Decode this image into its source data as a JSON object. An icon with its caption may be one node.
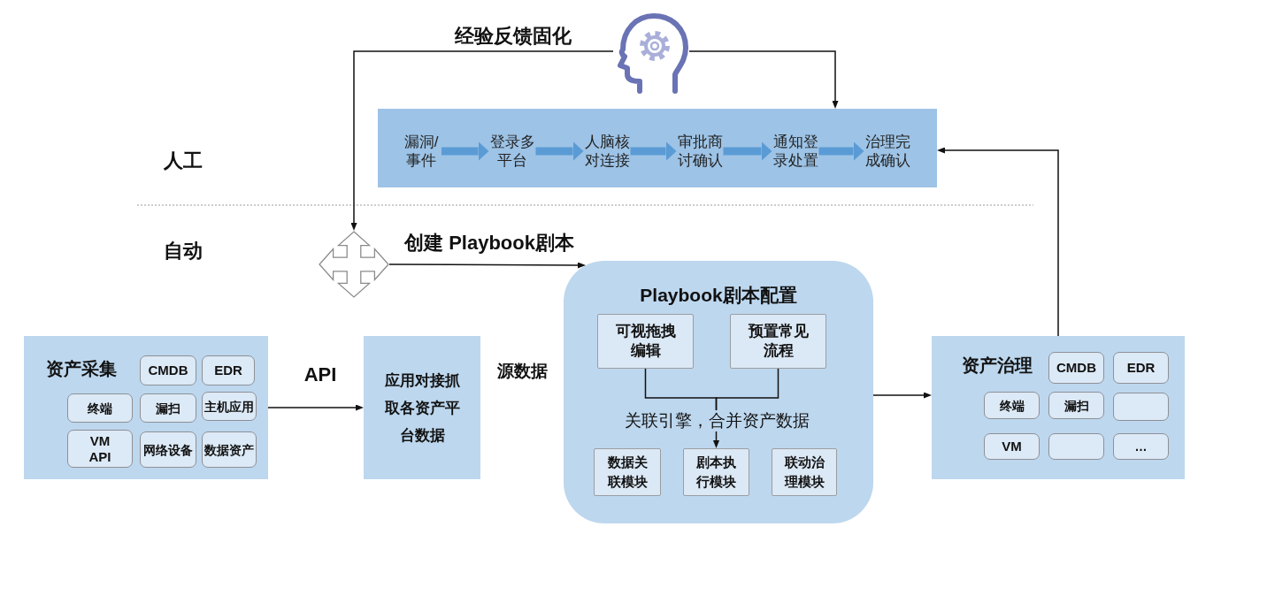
{
  "diagram": {
    "nodes": [
      {
        "text": [],
        "shape": "picture"
      },
      {
        "text": [],
        "shape": "box"
      },
      {
        "text": [
          "漏洞/事件"
        ],
        "in": 1
      },
      {
        "text": [
          "登录多平台"
        ],
        "in": 1
      },
      {
        "text": [
          "人脑核对连接"
        ],
        "in": 1
      },
      {
        "text": [
          "审批商讨确认"
        ],
        "in": 1
      },
      {
        "text": [
          "通知登录处置"
        ],
        "in": 1
      },
      {
        "text": [
          "治理完成确认"
        ],
        "in": 1
      },
      {
        "text": [],
        "shape": "cross"
      },
      {
        "text": [
          "资产采集"
        ]
      },
      {
        "text": [
          "CMDB"
        ],
        "in": 9
      },
      {
        "text": [
          "EDR"
        ],
        "in": 9
      },
      {
        "text": [
          "终端"
        ],
        "in": 9
      },
      {
        "text": [
          "漏扫"
        ],
        "in": 9
      },
      {
        "text": [
          "主机应用"
        ],
        "in": 9
      },
      {
        "text": [
          "VM API"
        ],
        "in": 9
      },
      {
        "text": [
          "网络设备"
        ],
        "in": 9
      },
      {
        "text": [
          "数据资产"
        ],
        "in": 9
      },
      {
        "text": [
          "应用对接抓取各资产平台数据"
        ]
      },
      {
        "text": [
          "Playbook剧本配置"
        ]
      },
      {
        "text": [
          "可视拖拽编辑"
        ],
        "in": 19
      },
      {
        "text": [
          "预置常见流程"
        ],
        "in": 19
      },
      {
        "text": [
          "关联引擎，合并资产数据"
        ],
        "in": 19
      },
      {
        "text": [
          "数据关联模块"
        ],
        "in": 19
      },
      {
        "text": [
          "剧本执行模块"
        ],
        "in": 19
      },
      {
        "text": [
          "联动治理模块"
        ],
        "in": 19
      },
      {
        "text": [
          "资产治理"
        ]
      },
      {
        "text": [
          "CMDB"
        ],
        "in": 26
      },
      {
        "text": [
          "EDR"
        ],
        "in": 26
      },
      {
        "text": [
          "终端"
        ],
        "in": 26
      },
      {
        "text": [
          "漏扫"
        ],
        "in": 26
      },
      {
        "text": [],
        "shape": "box",
        "in": 26
      },
      {
        "text": [
          "VM"
        ],
        "in": 26
      },
      {
        "text": [],
        "shape": "box",
        "in": 26
      },
      {
        "text": [
          "…"
        ],
        "in": 26
      }
    ],
    "edges": [
      {
        "from": 0,
        "to": 1,
        "arrow": "to"
      },
      {
        "from": 0,
        "to": 8,
        "arrow": "to",
        "label": "经验反馈固化"
      },
      {
        "from": 2,
        "to": 3,
        "arrow": "to",
        "style": "thick",
        "color": "#5b9bd5"
      },
      {
        "from": 3,
        "to": 4,
        "arrow": "to",
        "style": "thick",
        "color": "#5b9bd5"
      },
      {
        "from": 4,
        "to": 5,
        "arrow": "to",
        "style": "thick",
        "color": "#5b9bd5"
      },
      {
        "from": 5,
        "to": 6,
        "arrow": "to",
        "style": "thick",
        "color": "#5b9bd5"
      },
      {
        "from": 6,
        "to": 7,
        "arrow": "to",
        "style": "thick",
        "color": "#5b9bd5"
      },
      {
        "from": 8,
        "to": 19,
        "arrow": "to",
        "label": "创建 Playbook剧本"
      },
      {
        "from": 9,
        "to": 18,
        "arrow": "to",
        "label": "API"
      },
      {
        "from": 19,
        "to": 26,
        "arrow": "to"
      },
      {
        "from": 26,
        "to": 1,
        "arrow": "to"
      },
      {
        "from": 20,
        "to": 22,
        "arrow": "none"
      },
      {
        "from": 21,
        "to": 22,
        "arrow": "none"
      },
      {
        "from": 22,
        "to": 24,
        "arrow": "to"
      }
    ],
    "labels": [
      "人工",
      "自动",
      "源数据"
    ]
  }
}
